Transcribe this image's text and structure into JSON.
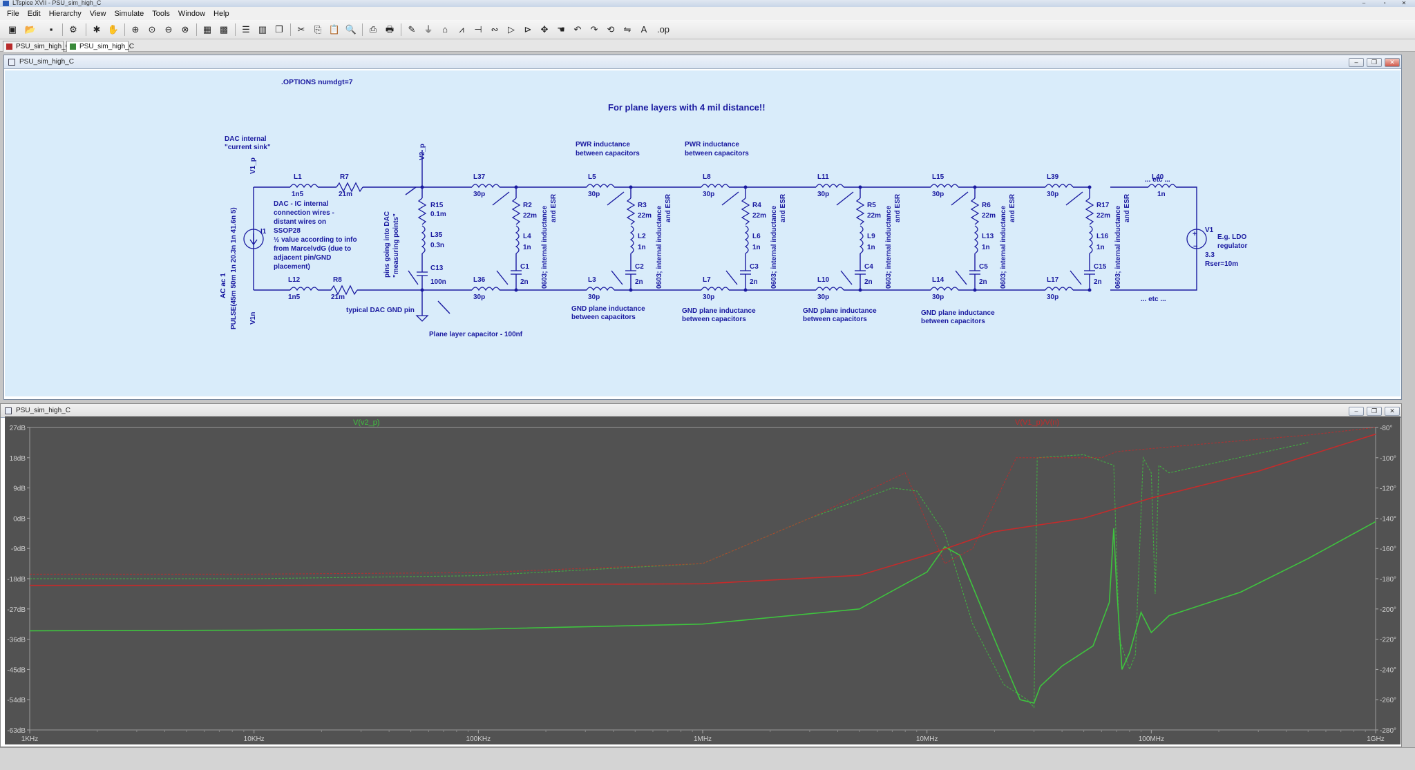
{
  "window": {
    "title": "LTspice XVII - PSU_sim_high_C"
  },
  "menu": [
    "File",
    "Edit",
    "Hierarchy",
    "View",
    "Simulate",
    "Tools",
    "Window",
    "Help"
  ],
  "tabs": [
    {
      "label": "PSU_sim_high_C"
    },
    {
      "label": "PSU_sim_high_C"
    }
  ],
  "schematic_window": {
    "title": "PSU_sim_high_C",
    "directive": ".OPTIONS numdgt=7",
    "heading": "For plane layers with 4 mil distance!!",
    "notes": {
      "dac_sink_1": "DAC internal",
      "dac_sink_2": "\"current sink\"",
      "wires_1": "DAC - IC internal",
      "wires_2": "connection wires -",
      "wires_3": "distant wires on",
      "wires_4": "SSOP28",
      "wires_5": "½ value according to info",
      "wires_6": "from MarcelvdG (due to",
      "wires_7": "adjacent pin/GND",
      "wires_8": "placement)",
      "pins_1": "pins going into DAC",
      "pins_2": "\"measuring points\"",
      "gnd_pin": "typical DAC GND pin",
      "plane_cap": "Plane layer capacitor - 100nf",
      "pwr_ind_1": "PWR inductance",
      "pwr_ind_2": "between capacitors",
      "gnd_ind_1": "GND plane inductance",
      "gnd_ind_2": "between capacitors",
      "esr_1": "0603; internal inductance",
      "esr_2": "and ESR",
      "etc_top": "... etc ...",
      "etc_bottom": "... etc ...",
      "ldo_1": "E.g. LDO",
      "ldo_2": "regulator",
      "source_ac": "AC ac 1",
      "source_pulse": "PULSE(45m 50m 1n 20.3n 1n 41.6n 5)"
    },
    "nets": {
      "v1p": "V1_p",
      "v2p": "V2_p",
      "v1n": "V1n"
    },
    "source": {
      "name": "I1"
    },
    "ldo": {
      "name": "V1",
      "value": "3.3",
      "rser": "Rser=10m"
    },
    "front": {
      "L1": "L1",
      "L1v": "1n5",
      "R7": "R7",
      "R7v": "21m",
      "L12": "L12",
      "L12v": "1n5",
      "R8": "R8",
      "R8v": "21m",
      "R15": "R15",
      "R15v": "0.1m",
      "L35": "L35",
      "L35v": "0.3n",
      "C13": "C13",
      "C13v": "100n",
      "L37": "L37",
      "L37v": "30p",
      "L36": "L36",
      "L36v": "30p"
    },
    "stages": [
      {
        "top_l": "L37",
        "top_lv": "30p",
        "r": "R2",
        "rv": "22m",
        "l": "L4",
        "lv": "1n",
        "c": "C1",
        "cv": "2n",
        "bot_l": "L36",
        "bot_lv": "30p"
      },
      {
        "top_l": "L5",
        "top_lv": "30p",
        "r": "R3",
        "rv": "22m",
        "l": "L2",
        "lv": "1n",
        "c": "C2",
        "cv": "2n",
        "bot_l": "L3",
        "bot_lv": "30p"
      },
      {
        "top_l": "L8",
        "top_lv": "30p",
        "r": "R4",
        "rv": "22m",
        "l": "L6",
        "lv": "1n",
        "c": "C3",
        "cv": "2n",
        "bot_l": "L7",
        "bot_lv": "30p"
      },
      {
        "top_l": "L11",
        "top_lv": "30p",
        "r": "R5",
        "rv": "22m",
        "l": "L9",
        "lv": "1n",
        "c": "C4",
        "cv": "2n",
        "bot_l": "L10",
        "bot_lv": "30p"
      },
      {
        "top_l": "L15",
        "top_lv": "30p",
        "r": "R6",
        "rv": "22m",
        "l": "L13",
        "lv": "1n",
        "c": "C5",
        "cv": "2n",
        "bot_l": "L14",
        "bot_lv": "30p"
      },
      {
        "top_l": "L39",
        "top_lv": "30p",
        "r": "R17",
        "rv": "22m",
        "l": "L16",
        "lv": "1n",
        "c": "C15",
        "cv": "2n",
        "bot_l": "L17",
        "bot_lv": "30p"
      }
    ],
    "last": {
      "top_l": "L40",
      "top_lv": "1n"
    }
  },
  "plot_window": {
    "title": "PSU_sim_high_C",
    "trace1_label": "V(v2_p)",
    "trace2_label": "V(V1_p)/V(n)"
  },
  "chart_data": {
    "type": "line",
    "title": "",
    "xlabel": "",
    "ylabel": "",
    "x_scale": "log",
    "x_ticks": [
      "1KHz",
      "10KHz",
      "100KHz",
      "1MHz",
      "10MHz",
      "100MHz",
      "1GHz"
    ],
    "y_left_ticks": [
      "27dB",
      "18dB",
      "9dB",
      "0dB",
      "-9dB",
      "-18dB",
      "-27dB",
      "-36dB",
      "-45dB",
      "-54dB",
      "-63dB"
    ],
    "y_right_ticks": [
      "-80°",
      "-100°",
      "-120°",
      "-140°",
      "-160°",
      "-180°",
      "-200°",
      "-220°",
      "-240°",
      "-260°",
      "-280°"
    ],
    "ylim_left": [
      -63,
      27
    ],
    "ylim_right": [
      -280,
      -80
    ],
    "grid": false,
    "colors": {
      "background": "#525252",
      "green": "#3ec43e",
      "red": "#c42b2b",
      "ticks": "#d0d0d0"
    },
    "series": [
      {
        "name": "V(v2_p)",
        "color": "#3ec43e",
        "magnitude": [
          [
            1000,
            -33.5
          ],
          [
            10000,
            -33.3
          ],
          [
            100000,
            -33
          ],
          [
            1000000,
            -31.5
          ],
          [
            5000000,
            -27
          ],
          [
            10000000,
            -16
          ],
          [
            12000000,
            -8.5
          ],
          [
            14000000,
            -11
          ],
          [
            20000000,
            -36
          ],
          [
            26000000,
            -54
          ],
          [
            30000000,
            -55
          ],
          [
            32000000,
            -50
          ],
          [
            40000000,
            -44
          ],
          [
            55000000,
            -38
          ],
          [
            65000000,
            -25
          ],
          [
            68000000,
            -3
          ],
          [
            70000000,
            -20
          ],
          [
            74000000,
            -45
          ],
          [
            80000000,
            -40
          ],
          [
            90000000,
            -28
          ],
          [
            100000000,
            -34
          ],
          [
            120000000,
            -29
          ],
          [
            250000000,
            -22
          ],
          [
            500000000,
            -12
          ],
          [
            1000000000,
            -1
          ]
        ],
        "phase": [
          [
            1000,
            -180
          ],
          [
            10000,
            -180
          ],
          [
            100000,
            -178
          ],
          [
            1000000,
            -170
          ],
          [
            3000000,
            -140
          ],
          [
            7000000,
            -120
          ],
          [
            9000000,
            -122
          ],
          [
            12000000,
            -150
          ],
          [
            16000000,
            -210
          ],
          [
            22000000,
            -250
          ],
          [
            28000000,
            -260
          ],
          [
            30000000,
            -265
          ],
          [
            31000000,
            -100
          ],
          [
            50000000,
            -98
          ],
          [
            68000000,
            -105
          ],
          [
            72000000,
            -220
          ],
          [
            80000000,
            -240
          ],
          [
            85000000,
            -230
          ],
          [
            92000000,
            -100
          ],
          [
            100000000,
            -110
          ],
          [
            104000000,
            -190
          ],
          [
            108000000,
            -105
          ],
          [
            120000000,
            -110
          ],
          [
            500000000,
            -90
          ]
        ]
      },
      {
        "name": "V(V1_p)/V(n)",
        "color": "#c42b2b",
        "magnitude": [
          [
            1000,
            -20
          ],
          [
            10000,
            -20
          ],
          [
            100000,
            -19.8
          ],
          [
            1000000,
            -19.5
          ],
          [
            5000000,
            -17
          ],
          [
            10000000,
            -11
          ],
          [
            20000000,
            -4
          ],
          [
            50000000,
            0
          ],
          [
            100000000,
            6
          ],
          [
            300000000,
            14
          ],
          [
            1000000000,
            25
          ]
        ],
        "phase": [
          [
            1000,
            -177
          ],
          [
            10000,
            -177
          ],
          [
            100000,
            -176
          ],
          [
            1000000,
            -170
          ],
          [
            3000000,
            -140
          ],
          [
            8000000,
            -110
          ],
          [
            12000000,
            -170
          ],
          [
            16000000,
            -160
          ],
          [
            25000000,
            -100
          ],
          [
            60000000,
            -100
          ],
          [
            70000000,
            -96
          ],
          [
            200000000,
            -90
          ],
          [
            500000000,
            -85
          ],
          [
            1000000000,
            -80
          ]
        ]
      }
    ]
  }
}
